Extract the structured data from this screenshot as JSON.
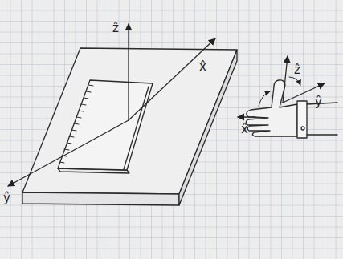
{
  "diagram": {
    "labels": [
      "ẑ",
      "x̂",
      "ŷ",
      "ẑ",
      "ŷ",
      "x̂"
    ]
  }
}
